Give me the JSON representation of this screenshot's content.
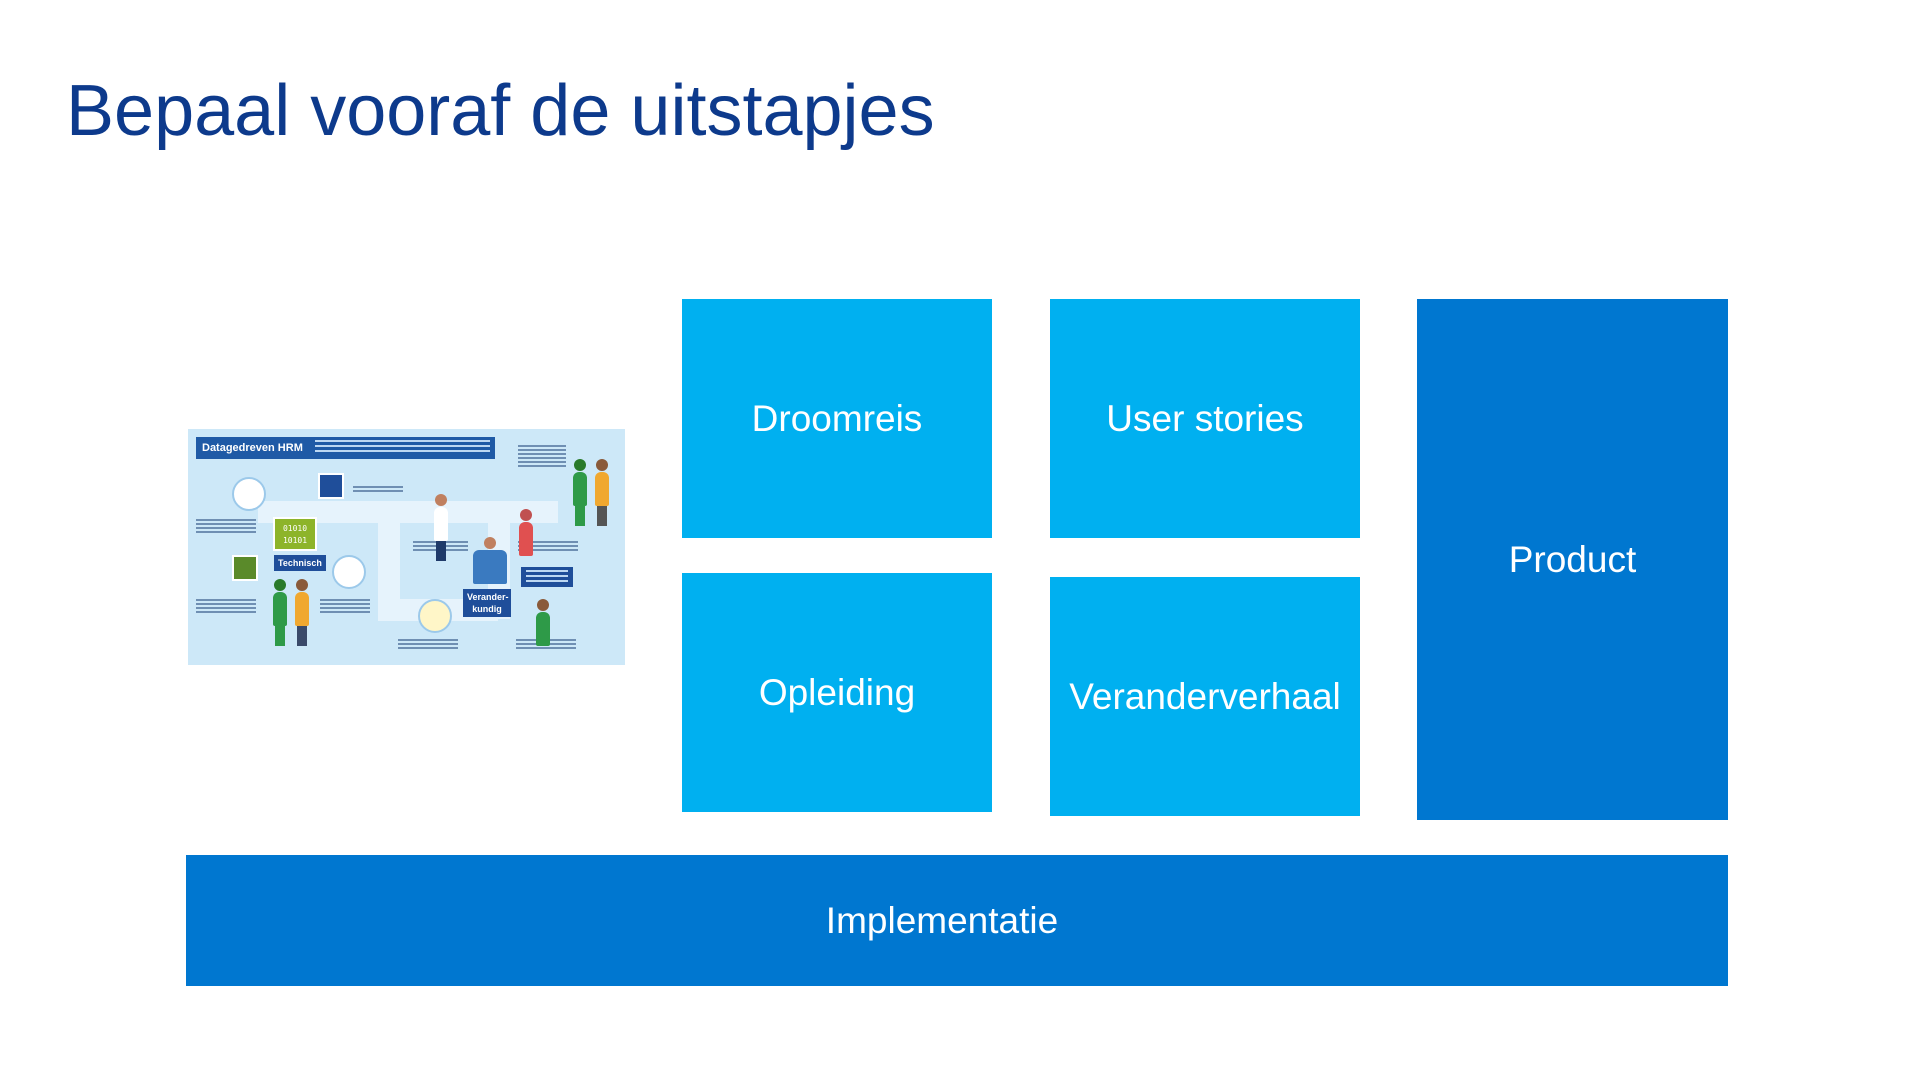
{
  "slide": {
    "title": "Bepaal vooraf de uitstapjes"
  },
  "blocks": {
    "droomreis": "Droomreis",
    "user_stories": "User stories",
    "opleiding": "Opleiding",
    "veranderverhaal": "Veranderverhaal",
    "product": "Product",
    "implementatie": "Implementatie"
  },
  "colors": {
    "title": "#0d3a8c",
    "light_block": "#00b0f0",
    "dark_block": "#0077d0"
  },
  "infographic": {
    "header": "Datagedreven HRM",
    "badge_technisch": "Technisch",
    "badge_veranderkundig": "Verander-kundig",
    "binary": "01010 10101"
  }
}
